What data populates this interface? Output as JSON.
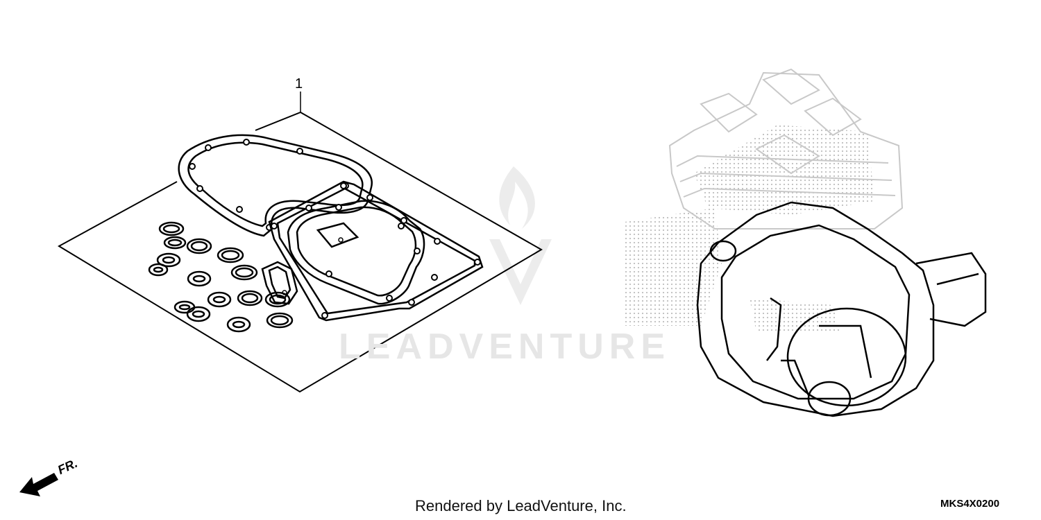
{
  "diagram": {
    "callout_label": "1",
    "watermark_text": "LEADVENTURE",
    "credit_text": "Rendered by LeadVenture, Inc.",
    "reference_code": "MKS4X0200",
    "direction_label": "FR."
  },
  "colors": {
    "line": "#000000",
    "watermark": "#e6e6e6",
    "stipple": "#bdbdbd"
  },
  "icons": [
    "front-direction-arrow-icon",
    "leadventure-logo-watermark"
  ]
}
